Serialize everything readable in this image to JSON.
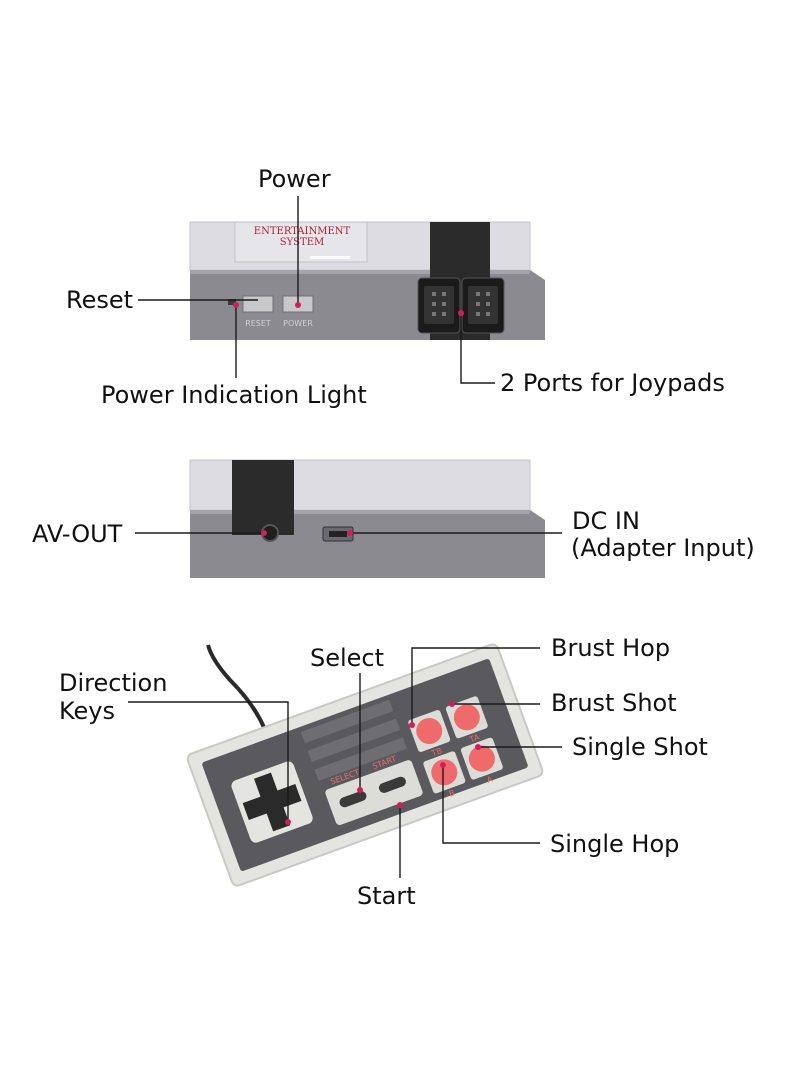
{
  "console_top": {
    "brand_line1": "ENTERTAINMENT",
    "brand_line2": "SYSTEM",
    "reset_caption": "RESET",
    "power_caption": "POWER"
  },
  "controller": {
    "select_caption": "SELECT",
    "start_caption": "START",
    "tb_caption": "TB",
    "ta_caption": "TA",
    "b_caption": "B",
    "a_caption": "A"
  },
  "labels": {
    "power": "Power",
    "reset": "Reset",
    "power_light": "Power Indication Light",
    "joypad_ports": "2 Ports for Joypads",
    "av_out": "AV-OUT",
    "dc_in_line1": "DC IN",
    "dc_in_line2": "(Adapter Input)",
    "brust_hop": "Brust Hop",
    "brust_shot": "Brust Shot",
    "single_shot": "Single Shot",
    "single_hop": "Single Hop",
    "select": "Select",
    "direction_line1": "Direction",
    "direction_line2": "Keys",
    "start": "Start"
  },
  "colors": {
    "console_light_gray": "#dcdce2",
    "console_dark_gray": "#8a8a90",
    "port_black": "#2b2b2b",
    "brand_red": "#b22030",
    "button_red": "#ef6b6b",
    "pointer_dot": "#d01e5a",
    "controller_shell": "#e4e4e0",
    "controller_face": "#5a5a5e"
  }
}
